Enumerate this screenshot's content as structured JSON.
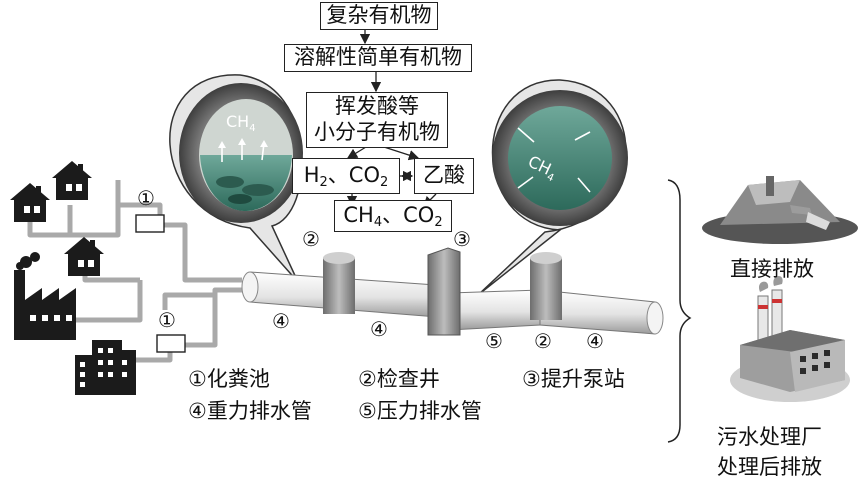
{
  "flow": {
    "step1": "复杂有机物",
    "step2": "溶解性简单有机物",
    "step3_line1": "挥发酸等",
    "step3_line2": "小分子有机物",
    "h2_co2": {
      "h": "H",
      "h_sub": "2",
      "sep": "、CO",
      "co_sub": "2"
    },
    "acetic": "乙酸",
    "ch4_co2": {
      "ch": "CH",
      "ch_sub": "4",
      "sep": "、CO",
      "co_sub": "2"
    }
  },
  "bubbles": {
    "left_gas": {
      "main": "CH",
      "sub": "4"
    },
    "right_gas": {
      "main": "CH",
      "sub": "4"
    }
  },
  "markers": {
    "m1a": "①",
    "m1b": "①",
    "m2a": "②",
    "m2b": "②",
    "m3": "③",
    "m4a": "④",
    "m4b": "④",
    "m4c": "④",
    "m5": "⑤"
  },
  "legend": {
    "l1": "①化粪池",
    "l2": "②检查井",
    "l3": "③提升泵站",
    "l4": "④重力排水管",
    "l5": "⑤压力排水管"
  },
  "outputs": {
    "direct": "直接排放",
    "plant_line1": "污水处理厂",
    "plant_line2": "处理后排放"
  }
}
